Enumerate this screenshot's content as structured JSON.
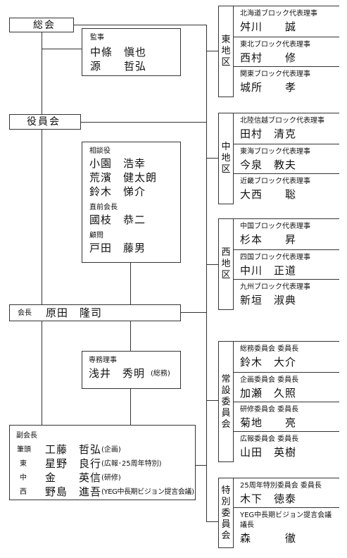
{
  "sokai": {
    "label": "総会"
  },
  "kanji": {
    "title": "監事",
    "names": [
      "中條　愼也",
      "源　　哲弘"
    ]
  },
  "yakuinkai": {
    "label": "役員会"
  },
  "advisors": {
    "sodan_title": "相談役",
    "sodan": [
      "小園　浩幸",
      "荒濱　健太朗",
      "鈴木　悌介"
    ],
    "zenkai_title": "直前会長",
    "zenkai": "國枝　恭二",
    "komon_title": "顧問",
    "komon": "戸田　藤男"
  },
  "president": {
    "title": "会長",
    "name": "原田　隆司"
  },
  "senmu": {
    "title": "専務理事",
    "name": "浅井　秀明",
    "role": "(総務)"
  },
  "vice": {
    "title": "副会長",
    "rows": [
      {
        "tag": "筆頭",
        "name": "工藤　哲弘",
        "note": "(企画)"
      },
      {
        "tag": "東",
        "name": "星野　良行",
        "note": "(広報･25周年特別)"
      },
      {
        "tag": "中",
        "name": "金　　英信",
        "note": "(研修)"
      },
      {
        "tag": "西",
        "name": "野島　進吾",
        "note": "(YEG中長期ビジョン提言会議)"
      }
    ]
  },
  "east": {
    "label": "東地区",
    "items": [
      {
        "title": "北海道ブロック代表理事",
        "name": "舛川　　誠"
      },
      {
        "title": "東北ブロック代表理事",
        "name": "西村　　修"
      },
      {
        "title": "関東ブロック代表理事",
        "name": "城所　　孝"
      }
    ]
  },
  "central": {
    "label": "中地区",
    "items": [
      {
        "title": "北陸信越ブロック代表理事",
        "name": "田村　清克"
      },
      {
        "title": "東海ブロック代表理事",
        "name": "今泉　教夫"
      },
      {
        "title": "近畿ブロック代表理事",
        "name": "大西　　聡"
      }
    ]
  },
  "west": {
    "label": "西地区",
    "items": [
      {
        "title": "中国ブロック代表理事",
        "name": "杉本　　昇"
      },
      {
        "title": "四国ブロック代表理事",
        "name": "中川　正道"
      },
      {
        "title": "九州ブロック代表理事",
        "name": "新垣　淑典"
      }
    ]
  },
  "standing": {
    "label": "常設委員会",
    "items": [
      {
        "title": "総務委員会 委員長",
        "name": "鈴木　大介"
      },
      {
        "title": "企画委員会 委員長",
        "name": "加瀬　久照"
      },
      {
        "title": "研修委員会 委員長",
        "name": "菊地　　亮"
      },
      {
        "title": "広報委員会 委員長",
        "name": "山田　英樹"
      }
    ]
  },
  "special": {
    "label": "特別委員会",
    "items": [
      {
        "title": "25周年特別委員会 委員長",
        "name": "木下　徳泰"
      },
      {
        "title": "YEG中長期ビジョン提言会議",
        "title2": "議長",
        "name": "森　　　徹"
      }
    ]
  }
}
